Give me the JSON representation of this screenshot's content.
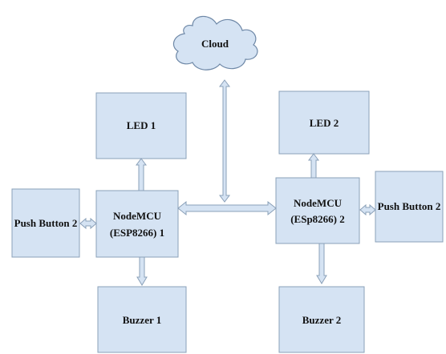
{
  "diagram": {
    "nodes": {
      "cloud": "Cloud",
      "led1": "LED 1",
      "led2": "LED 2",
      "push1": "Push Button 2",
      "push2": "Push Button 2",
      "mcu1_line1": "NodeMCU",
      "mcu1_line2": "(ESP8266) 1",
      "mcu2_line1": "NodeMCU",
      "mcu2_line2": "(ESp8266) 2",
      "buzzer1": "Buzzer 1",
      "buzzer2": "Buzzer 2"
    },
    "colors": {
      "box_fill": "#d5e3f3",
      "box_stroke": "#8aa0b8",
      "text": "#111111"
    }
  }
}
